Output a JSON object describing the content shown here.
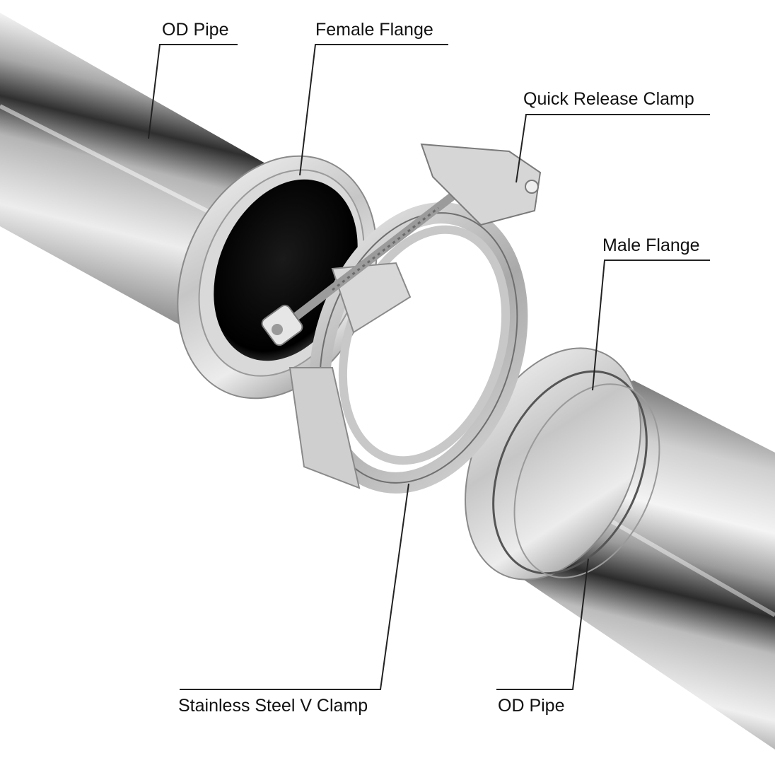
{
  "labels": {
    "od_pipe_left": "OD Pipe",
    "female_flange": "Female Flange",
    "quick_release_clamp": "Quick Release Clamp",
    "male_flange": "Male Flange",
    "v_clamp": "Stainless Steel V Clamp",
    "od_pipe_right": "OD Pipe"
  },
  "colors": {
    "background": "#ffffff",
    "leader_line": "#222222",
    "steel_light": "#f2f2f2",
    "steel_mid": "#b9b9b9",
    "steel_dark": "#5e5e5e",
    "pipe_interior": "#0e0e0e"
  }
}
